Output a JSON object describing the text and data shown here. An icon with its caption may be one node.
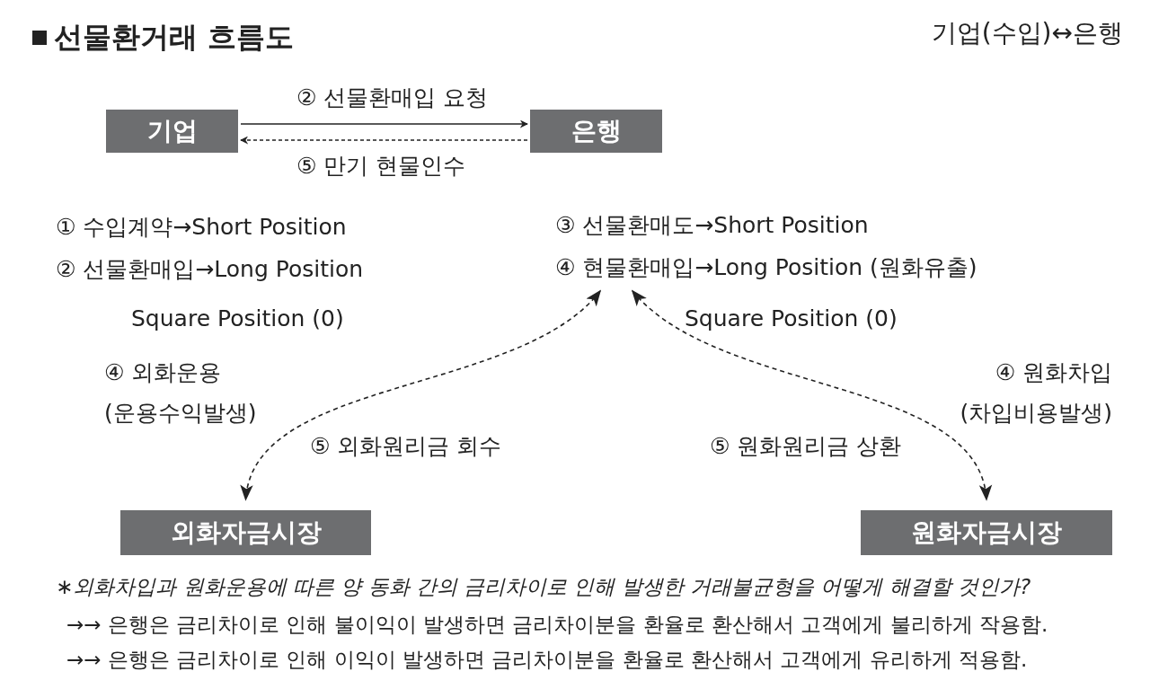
{
  "diagram": {
    "title": "선물환거래 흐름도",
    "nodes": [
      {
        "text": [
          "기업"
        ]
      },
      {
        "text": [
          "은행"
        ]
      },
      {
        "text": [
          "외화자금시장"
        ]
      },
      {
        "text": [
          "원화자금시장"
        ]
      },
      {
        "text": [
          "③ 선물환매도→Short Position",
          "④ 현물환매입→Long Position (원화유출)"
        ]
      }
    ],
    "edges": [
      {
        "from": 0,
        "to": 1,
        "arrow": "to",
        "label": "② 선물환매입 요청"
      },
      {
        "from": 1,
        "to": 0,
        "arrow": "to",
        "label": "⑤ 만기 현물인수",
        "style": "dashed"
      },
      {
        "from": 4,
        "to": 2,
        "arrow": "both",
        "style": "dashed"
      },
      {
        "from": 4,
        "to": 3,
        "arrow": "both",
        "style": "dashed"
      }
    ],
    "labels": [
      "기업(수입)↔은행",
      "① 수입계약→Short Position",
      "② 선물환매입→Long Position",
      "Square Position (0)",
      "Square Position (0)",
      "④ 외화운용 (운용수익발생)",
      "④ 원화차입 (차입비용발생)",
      "⑤ 외화원리금 회수",
      "⑤ 원화원리금 상환",
      "∗외화차입과 원화운용에 따른 양 동화 간의 금리차이로 인해 발생한 거래불균형을 어떻게 해결할 것인가?",
      "→→ 은행은 금리차이로 인해 불이익이 발생하면 금리차이분을 환율로 환산해서 고객에게 불리하게 작용함.",
      "→→ 은행은 금리차이로 인해 이익이 발생하면 금리차이분을 환율로 환산해서 고객에게 유리하게 적용함."
    ]
  }
}
